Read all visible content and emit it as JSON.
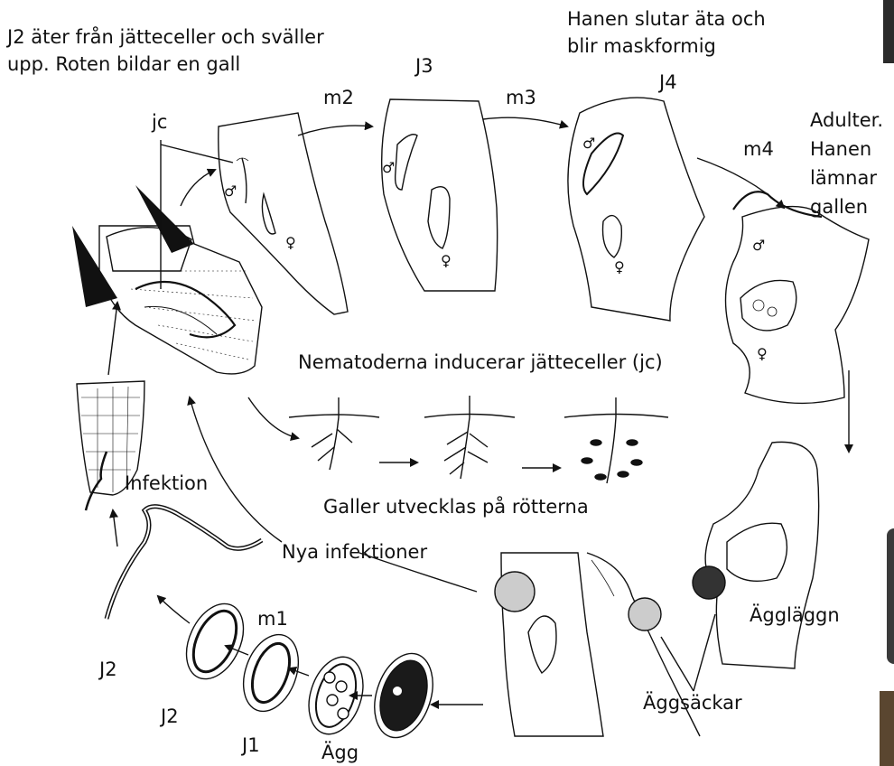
{
  "colors": {
    "ink": "#111111",
    "photo_dark": "#2b2b2b",
    "photo_brown": "#5a4630",
    "egg_fill": "#1a1a1a"
  },
  "captions": {
    "j2_feeds_line1": "J2 äter från jätteceller och sväller",
    "j2_feeds_line2": "upp. Roten bildar en gall",
    "male_stops_line1": "Hanen slutar äta och",
    "male_stops_line2": "blir maskformig",
    "giant_cells": "Nematoderna inducerar jätteceller (jc)",
    "galls_develop": "Galler utvecklas på rötterna",
    "new_infections": "Nya infektioner",
    "infection": "Infektion",
    "adults_line1": "Adulter.",
    "adults_line2": "Hanen",
    "adults_line3": "lämnar",
    "adults_line4": "gallen",
    "egg_laying": "Äggläggn",
    "egg_sacs": "Äggsäckar"
  },
  "stage_labels": {
    "jc": "jc",
    "m2": "m2",
    "j3": "J3",
    "m3": "m3",
    "j4": "J4",
    "m4": "m4",
    "m1": "m1",
    "j2_worm": "J2",
    "j2_egg": "J2",
    "j1": "J1",
    "egg": "Ägg"
  },
  "sex_symbols": {
    "male": "♂",
    "female": "♀"
  }
}
